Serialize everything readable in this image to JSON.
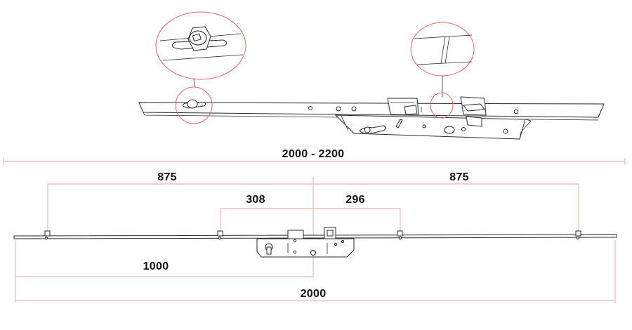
{
  "dimensions": {
    "overall_range": "2000 - 2200",
    "left_outer": "875",
    "right_outer": "875",
    "left_inner": "308",
    "right_inner": "296",
    "backset_height": "1000",
    "overall_length": "2000"
  },
  "colors": {
    "dimension_line": "#e8a3a3",
    "detail_circle": "#e06a6a",
    "outline": "#2a2a2a"
  }
}
